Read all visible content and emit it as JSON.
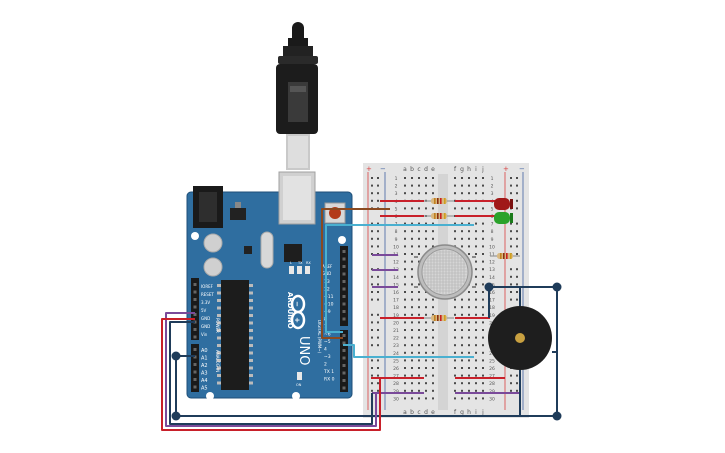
{
  "board": {
    "brand": "ARDUINO",
    "model": "UNO",
    "label_power": "POWER",
    "label_analog": "ANALOG IN",
    "label_digital": "DIGITAL (PWM~)",
    "label_aref": "AREF",
    "label_gnd": "GND",
    "label_tx": "TX",
    "label_rx": "RX",
    "label_l": "L",
    "label_on": "ON",
    "label_ioref": "IOREF",
    "label_reset": "RESET",
    "label_3v3": "3.3V",
    "label_5v": "5V",
    "label_gnd1": "GND",
    "label_gnd2": "GND",
    "label_vin": "Vin",
    "analog_pins": [
      "A0",
      "A1",
      "A2",
      "A3",
      "A4",
      "A5"
    ],
    "digital_pins": [
      "13",
      "12",
      "~11",
      "~10",
      "~9",
      "8",
      "7",
      "~6",
      "~5",
      "4",
      "~3",
      "2",
      "TX 1",
      "RX 0"
    ]
  },
  "breadboard": {
    "cols": [
      "a",
      "b",
      "c",
      "d",
      "e",
      "f",
      "g",
      "h",
      "i",
      "j"
    ],
    "rows": [
      "1",
      "2",
      "3",
      "4",
      "5",
      "6",
      "7",
      "8",
      "9",
      "10",
      "11",
      "12",
      "13",
      "14",
      "15",
      "16",
      "17",
      "18",
      "19",
      "20",
      "21",
      "22",
      "23",
      "24",
      "25",
      "26",
      "27",
      "28",
      "29",
      "30"
    ],
    "plus": "+",
    "minus": "−"
  },
  "colors": {
    "board_blue": "#2f6ea0",
    "board_edge": "#1f4f78",
    "wire_red": "#c8202a",
    "wire_dark": "#1f3c5a",
    "wire_purple": "#7a4a9a",
    "wire_cyan": "#4ab0d0",
    "wire_brown": "#8a4a20",
    "led_red": "#a01818",
    "led_green": "#2aa22a",
    "buzzer": "#1e1e1e",
    "breadboard": "#e4e4e4"
  },
  "icons": [
    "usb-plug-icon",
    "arduino-infinity-logo-icon"
  ]
}
